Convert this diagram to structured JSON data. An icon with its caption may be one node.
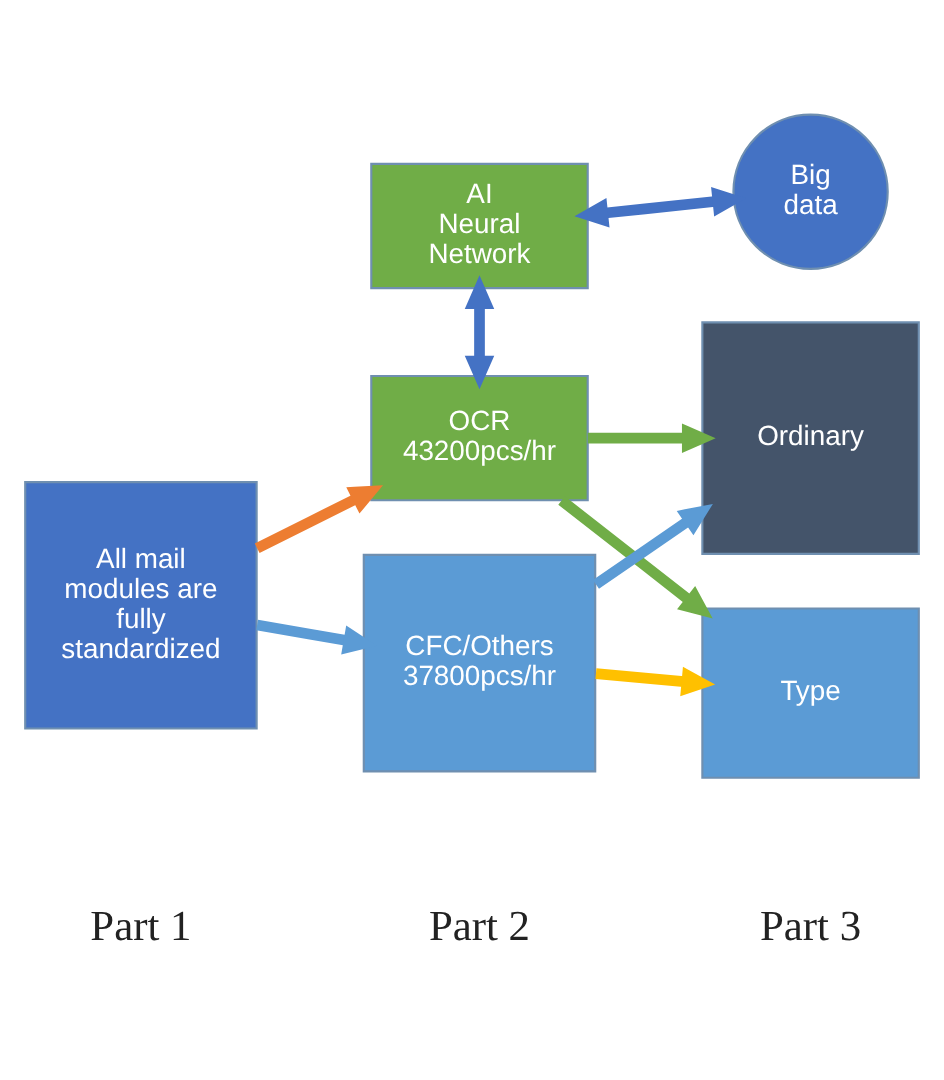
{
  "diagram": {
    "nodes": [
      {
        "text": [
          "AI Neural Network"
        ]
      },
      {
        "text": [
          "Big data"
        ]
      },
      {
        "text": [
          "OCR 43200pcs/hr"
        ]
      },
      {
        "text": [
          "All mail modules are fully standardized"
        ]
      },
      {
        "text": [
          "CFC/Others 37800pcs/hr"
        ]
      },
      {
        "text": [
          "Type"
        ]
      },
      {
        "text": [
          "Ordinary"
        ]
      }
    ],
    "edges": [
      {
        "from": 0,
        "to": 1,
        "arrow": "both",
        "color": "#4472c4"
      },
      {
        "from": 0,
        "to": 2,
        "arrow": "both",
        "color": "#4472c4"
      },
      {
        "from": 3,
        "to": 2,
        "arrow": "to",
        "color": "#ed7d31"
      },
      {
        "from": 3,
        "to": 4,
        "arrow": "to",
        "color": "#5b9bd5"
      },
      {
        "from": 2,
        "to": 5,
        "arrow": "to",
        "color": "#70ad47"
      },
      {
        "from": 2,
        "to": 6,
        "arrow": "to",
        "color": "#70ad47"
      },
      {
        "from": 4,
        "to": 5,
        "arrow": "to",
        "color": "#ffc000"
      },
      {
        "from": 4,
        "to": 6,
        "arrow": "to",
        "color": "#5b9bd5"
      }
    ],
    "labels": [
      "Part 1",
      "Part 2",
      "Part 3"
    ]
  }
}
